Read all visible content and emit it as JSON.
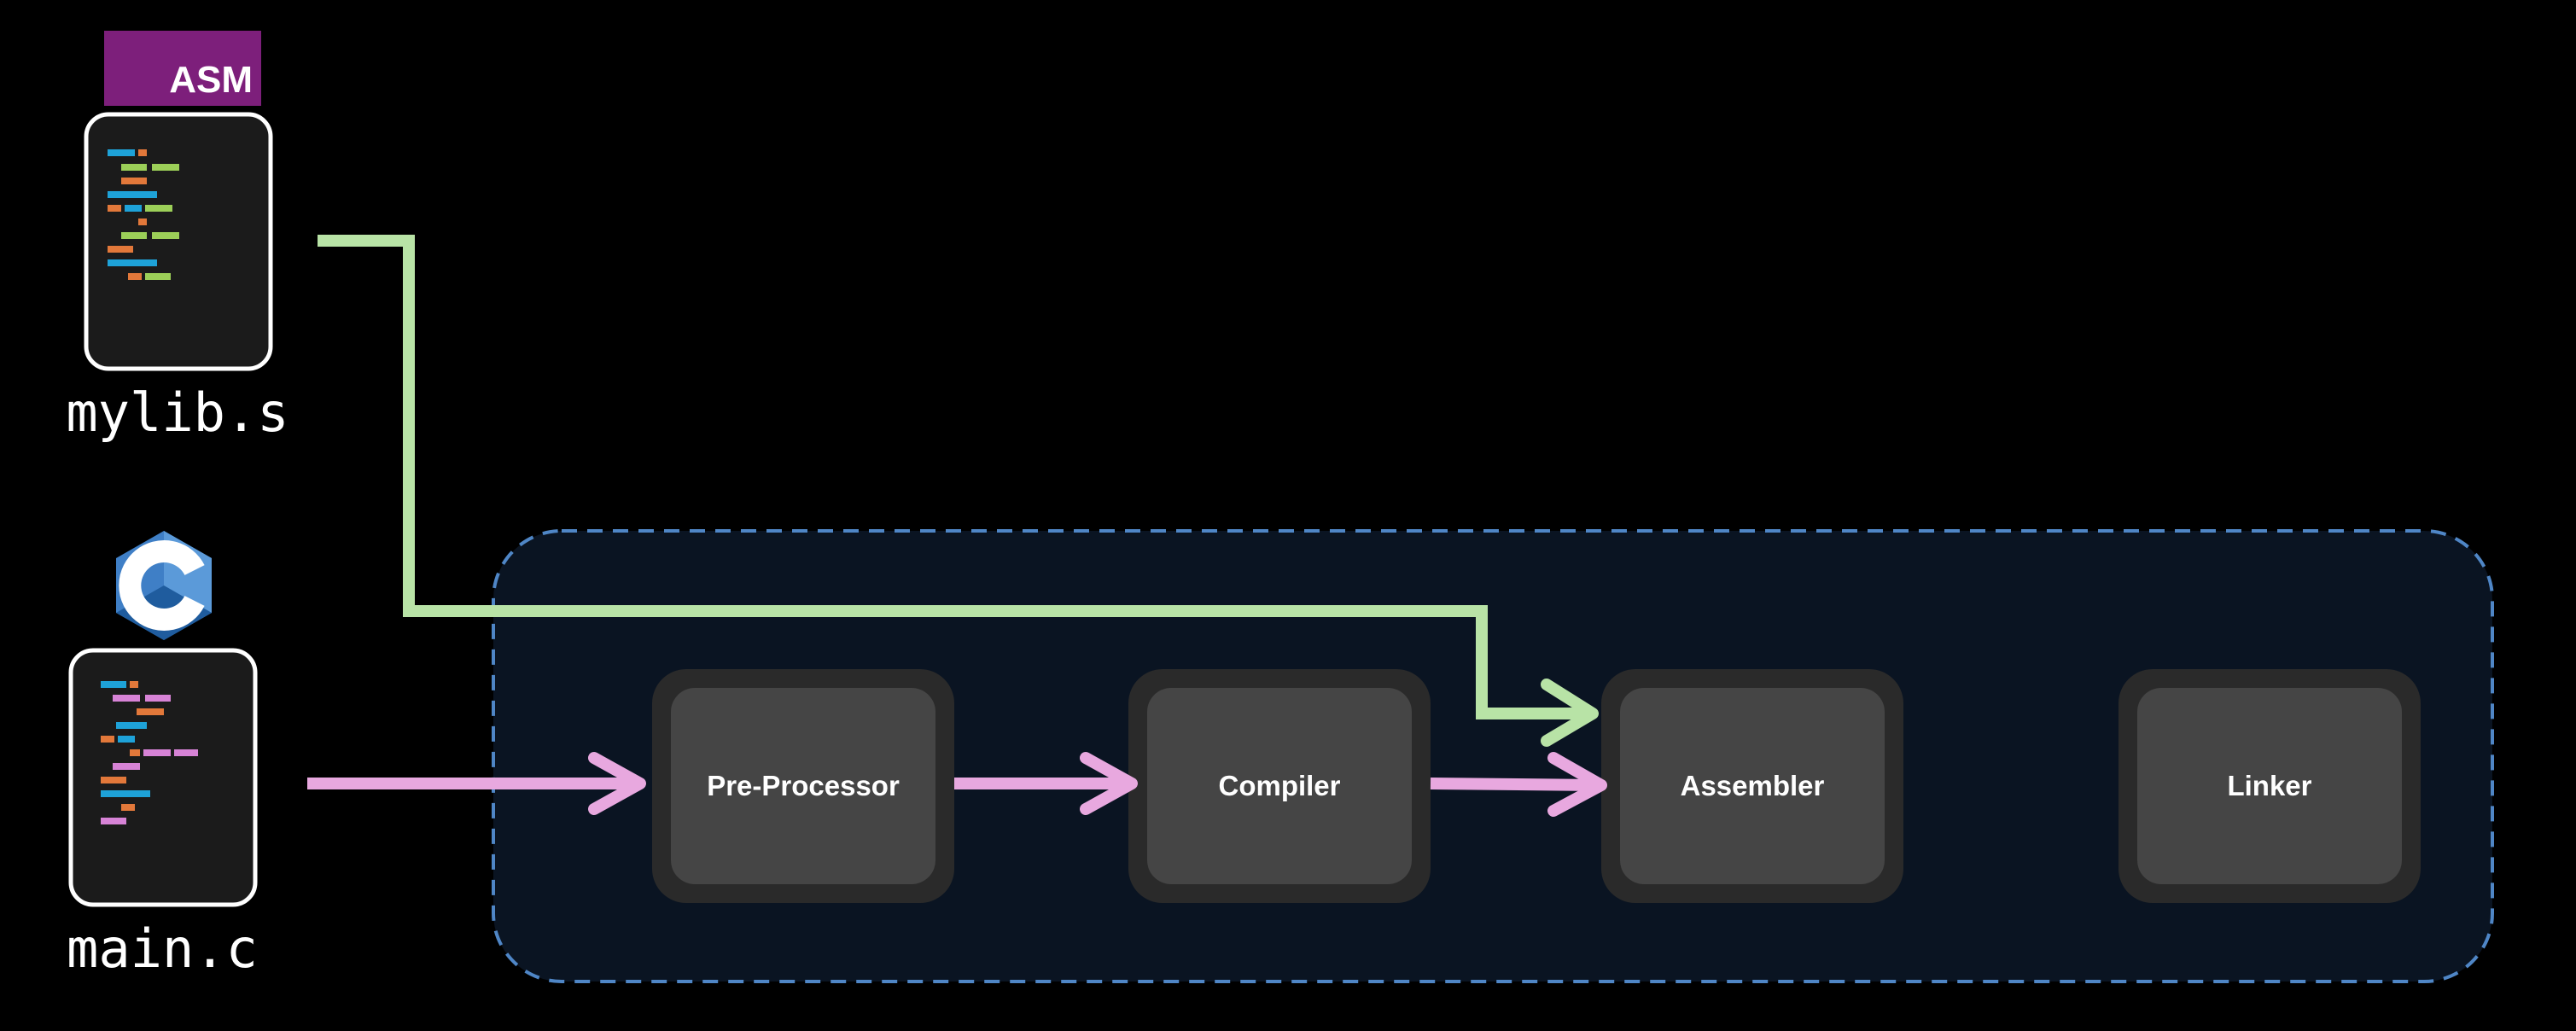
{
  "files": {
    "asm": {
      "badge": "ASM",
      "name": "mylib.s"
    },
    "c": {
      "name": "main.c"
    }
  },
  "pipeline": {
    "stages": [
      "Pre-Processor",
      "Compiler",
      "Assembler",
      "Linker"
    ]
  },
  "colors": {
    "background": "#000000",
    "pipeline_fill": "#0a1422",
    "pipeline_border": "#4f86c6",
    "stage_outer": "#2a2a2a",
    "stage_inner": "#454545",
    "file_body": "#1b1b1b",
    "asm_badge": "#7d1f7b",
    "c_logo": "#3f7fc6",
    "asm_path": "#b8e3a6",
    "c_path": "#e8a8df",
    "code_blue": "#1ea2d8",
    "code_orange": "#e2783a",
    "code_green": "#9ccf58",
    "code_pink": "#d783d6"
  },
  "icons": {
    "asm_file": "asm-file-icon",
    "c_file": "c-file-icon",
    "c_logo": "c-language-logo-icon"
  }
}
